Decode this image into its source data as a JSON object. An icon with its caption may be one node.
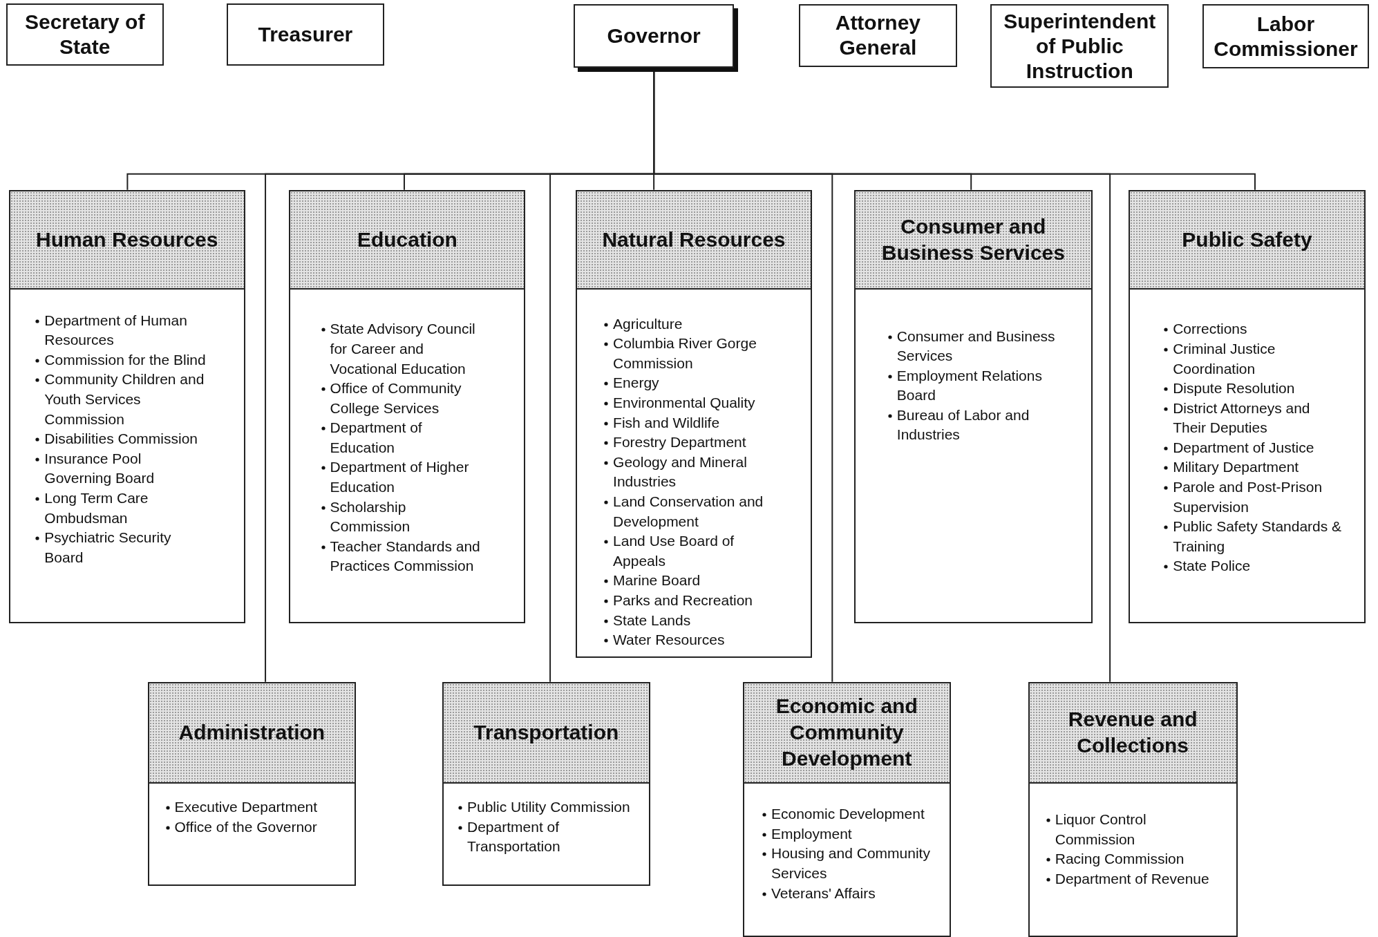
{
  "diagram": {
    "nodes": [
      {
        "text": [
          "Secretary of State"
        ]
      },
      {
        "text": [
          "Treasurer"
        ]
      },
      {
        "text": [
          "Governor"
        ]
      },
      {
        "text": [
          "Attorney General"
        ]
      },
      {
        "text": [
          "Superintendent of Public Instruction"
        ]
      },
      {
        "text": [
          "Labor Commissioner"
        ]
      },
      {
        "text": [
          "Human Resources",
          "Department of Human Resources",
          "Commission for the Blind",
          "Community Children and Youth Services Commission",
          "Disabilities Commission",
          "Insurance Pool Governing Board",
          "Long Term Care Ombudsman",
          "Psychiatric Security Board"
        ]
      },
      {
        "text": [
          "Education",
          "State Advisory Council for Career and Vocational Education",
          "Office of Community College Services",
          "Department of Education",
          "Department of Higher Education",
          "Scholarship Commission",
          "Teacher Standards and Practices Commission"
        ]
      },
      {
        "text": [
          "Natural Resources",
          "Agriculture",
          "Columbia River Gorge Commission",
          "Energy",
          "Environmental Quality",
          "Fish and Wildlife",
          "Forestry Department",
          "Geology and Mineral Industries",
          "Land Conservation and Development",
          "Land Use Board of Appeals",
          "Marine Board",
          "Parks and Recreation",
          "State Lands",
          "Water Resources"
        ]
      },
      {
        "text": [
          "Consumer and Business Services",
          "Consumer and Business Services",
          "Employment Relations Board",
          "Bureau of Labor and Industries"
        ]
      },
      {
        "text": [
          "Public Safety",
          "Corrections",
          "Criminal Justice Coordination",
          "Dispute Resolution",
          "District Attorneys and Their Deputies",
          "Department of Justice",
          "Military Department",
          "Parole and Post-Prison Supervision",
          "Public Safety Standards & Training",
          "State Police"
        ]
      },
      {
        "text": [
          "Administration",
          "Executive Department",
          "Office of the Governor"
        ]
      },
      {
        "text": [
          "Transportation",
          "Public Utility Commission",
          "Department of Transportation"
        ]
      },
      {
        "text": [
          "Economic and Community Development",
          "Economic Development",
          "Employment",
          "Housing and Community Services",
          "Veterans' Affairs"
        ]
      },
      {
        "text": [
          "Revenue and Collections",
          "Liquor Control Commission",
          "Racing Commission",
          "Department of Revenue"
        ]
      }
    ],
    "edges": [
      {
        "from": 2,
        "to": 6,
        "arrow": "none"
      },
      {
        "from": 2,
        "to": 7,
        "arrow": "none"
      },
      {
        "from": 2,
        "to": 8,
        "arrow": "none"
      },
      {
        "from": 2,
        "to": 9,
        "arrow": "none"
      },
      {
        "from": 2,
        "to": 10,
        "arrow": "none"
      },
      {
        "from": 2,
        "to": 11,
        "arrow": "none"
      },
      {
        "from": 2,
        "to": 12,
        "arrow": "none"
      },
      {
        "from": 2,
        "to": 13,
        "arrow": "none"
      },
      {
        "from": 2,
        "to": 14,
        "arrow": "none"
      }
    ]
  }
}
